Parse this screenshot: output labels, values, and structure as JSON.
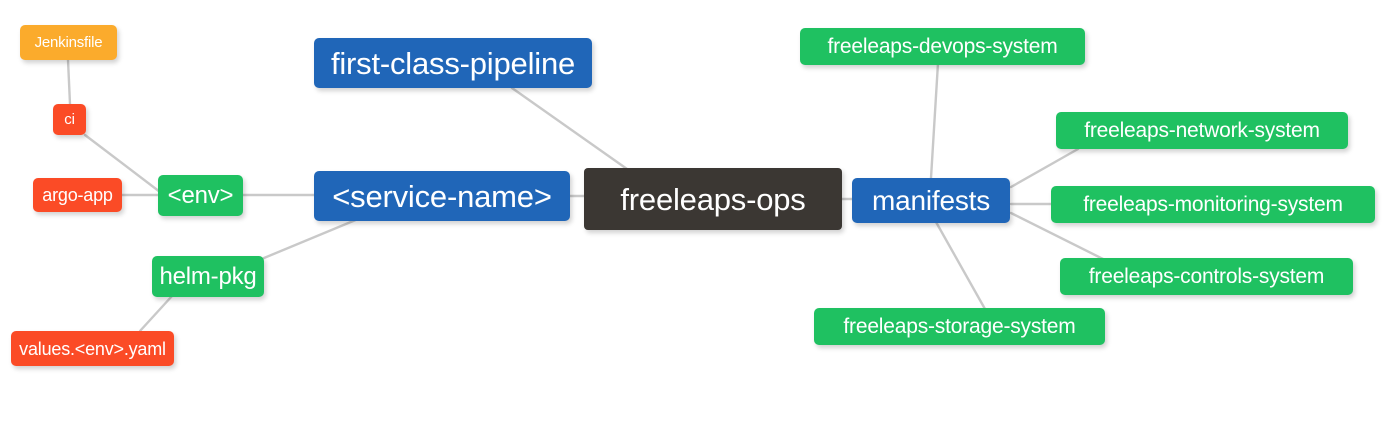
{
  "diagram": {
    "type": "mindmap",
    "title": "freeleaps-ops",
    "background": "#ffffff",
    "edge_color": "#c9c9c9",
    "palette": {
      "root": "#3b3733",
      "blue": "#2066b8",
      "green": "#1fc161",
      "orange": "#fbab2c",
      "red": "#fb4b26"
    }
  },
  "nodes": {
    "root": {
      "label": "freeleaps-ops",
      "color": "#3b3733"
    },
    "first_class_pipeline": {
      "label": "first-class-pipeline",
      "color": "#2066b8"
    },
    "service_name": {
      "label": "<service-name>",
      "color": "#2066b8"
    },
    "env": {
      "label": "<env>",
      "color": "#1fc161"
    },
    "ci": {
      "label": "ci",
      "color": "#fb4b26"
    },
    "jenkinsfile": {
      "label": "Jenkinsfile",
      "color": "#fbab2c"
    },
    "argo_app": {
      "label": "argo-app",
      "color": "#fb4b26"
    },
    "helm_pkg": {
      "label": "helm-pkg",
      "color": "#1fc161"
    },
    "values_yaml": {
      "label": "values.<env>.yaml",
      "color": "#fb4b26"
    },
    "manifests": {
      "label": "manifests",
      "color": "#2066b8"
    },
    "devops_system": {
      "label": "freeleaps-devops-system",
      "color": "#1fc161"
    },
    "network_system": {
      "label": "freeleaps-network-system",
      "color": "#1fc161"
    },
    "monitoring_system": {
      "label": "freeleaps-monitoring-system",
      "color": "#1fc161"
    },
    "controls_system": {
      "label": "freeleaps-controls-system",
      "color": "#1fc161"
    },
    "storage_system": {
      "label": "freeleaps-storage-system",
      "color": "#1fc161"
    }
  },
  "edges": [
    {
      "from": "first-class-pipeline",
      "to": "freeleaps-ops"
    },
    {
      "from": "service-name",
      "to": "freeleaps-ops"
    },
    {
      "from": "env",
      "to": "service-name"
    },
    {
      "from": "ci",
      "to": "env"
    },
    {
      "from": "jenkinsfile",
      "to": "ci"
    },
    {
      "from": "argo-app",
      "to": "env"
    },
    {
      "from": "helm-pkg",
      "to": "service-name"
    },
    {
      "from": "values.<env>.yaml",
      "to": "helm-pkg"
    },
    {
      "from": "freeleaps-ops",
      "to": "manifests"
    },
    {
      "from": "manifests",
      "to": "freeleaps-devops-system"
    },
    {
      "from": "manifests",
      "to": "freeleaps-network-system"
    },
    {
      "from": "manifests",
      "to": "freeleaps-monitoring-system"
    },
    {
      "from": "manifests",
      "to": "freeleaps-controls-system"
    },
    {
      "from": "manifests",
      "to": "freeleaps-storage-system"
    }
  ]
}
